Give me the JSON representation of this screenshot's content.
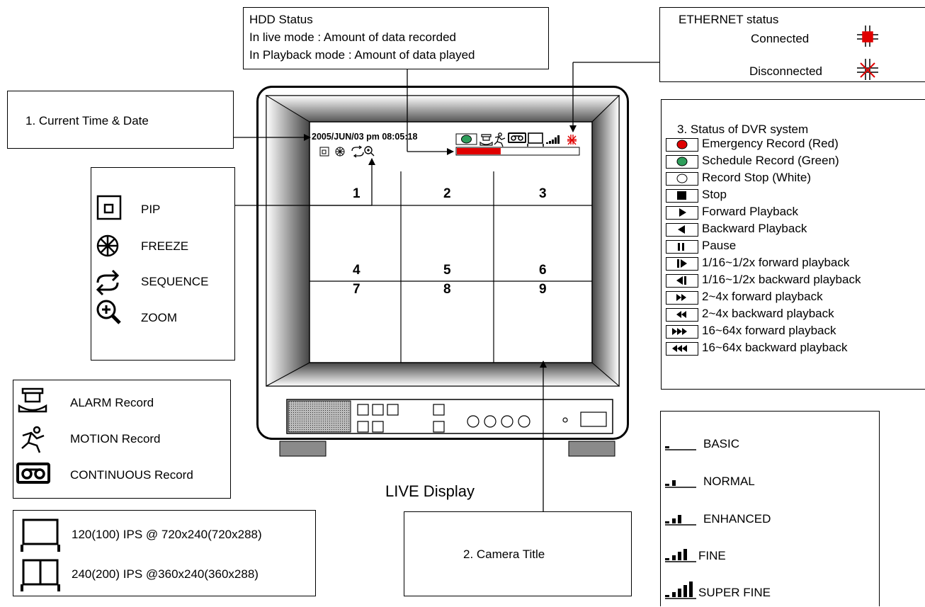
{
  "hdd_box": {
    "title": "HDD Status",
    "line1": "In live mode : Amount of data recorded",
    "line2": "In Playback mode : Amount of data played"
  },
  "ethernet_box": {
    "title": "ETHERNET status",
    "connected": "Connected",
    "disconnected": "Disconnected"
  },
  "time_box": {
    "label": "1. Current Time & Date"
  },
  "camera_title_box": {
    "label": "2. Camera Title"
  },
  "live_display": "LIVE Display",
  "screen": {
    "datetime": "2005/JUN/03 pm 08:05:18",
    "channels": [
      "1",
      "2",
      "3",
      "4",
      "5",
      "6",
      "7",
      "8",
      "9"
    ],
    "hdd_fill": 0.36
  },
  "icon_legend": {
    "items": [
      {
        "label": "PIP",
        "icon": "pip-icon"
      },
      {
        "label": "FREEZE",
        "icon": "freeze-icon"
      },
      {
        "label": "SEQUENCE",
        "icon": "sequence-icon"
      },
      {
        "label": "ZOOM",
        "icon": "zoom-icon"
      }
    ]
  },
  "record_legend": {
    "items": [
      {
        "label": "ALARM Record",
        "icon": "alarm-icon"
      },
      {
        "label": "MOTION Record",
        "icon": "motion-icon"
      },
      {
        "label": "CONTINUOUS Record",
        "icon": "continuous-icon"
      }
    ]
  },
  "ips_legend": {
    "items": [
      {
        "label": "120(100) IPS @ 720x240(720x288)",
        "icon": "single-frame-icon"
      },
      {
        "label": "240(200) IPS @360x240(360x288)",
        "icon": "split-frame-icon"
      }
    ]
  },
  "dvr_status": {
    "title": "3. Status of DVR system",
    "items": [
      {
        "label": "Emergency Record (Red)",
        "icon": "red-circle-icon"
      },
      {
        "label": "Schedule Record (Green)",
        "icon": "green-circle-icon"
      },
      {
        "label": "Record Stop (White)",
        "icon": "white-circle-icon"
      },
      {
        "label": "Stop",
        "icon": "stop-icon"
      },
      {
        "label": "Forward Playback",
        "icon": "forward-icon"
      },
      {
        "label": "Backward Playback",
        "icon": "backward-icon"
      },
      {
        "label": "Pause",
        "icon": "pause-icon"
      },
      {
        "label": "1/16~1/2x forward playback",
        "icon": "slow-forward-icon"
      },
      {
        "label": "1/16~1/2x backward playback",
        "icon": "slow-backward-icon"
      },
      {
        "label": "2~4x forward playback",
        "icon": "fast-forward-icon"
      },
      {
        "label": "2~4x backward playback",
        "icon": "fast-backward-icon"
      },
      {
        "label": "16~64x forward playback",
        "icon": "faster-forward-icon"
      },
      {
        "label": "16~64x backward playback",
        "icon": "faster-backward-icon"
      }
    ]
  },
  "quality_legend": {
    "items": [
      {
        "label": "BASIC",
        "level": 1
      },
      {
        "label": "NORMAL",
        "level": 2
      },
      {
        "label": "ENHANCED",
        "level": 3
      },
      {
        "label": "FINE",
        "level": 4
      },
      {
        "label": "SUPER FINE",
        "level": 5
      }
    ]
  },
  "colors": {
    "record_red": "#e00000",
    "record_green": "#2e9e5b",
    "eth_red": "#e00000"
  }
}
